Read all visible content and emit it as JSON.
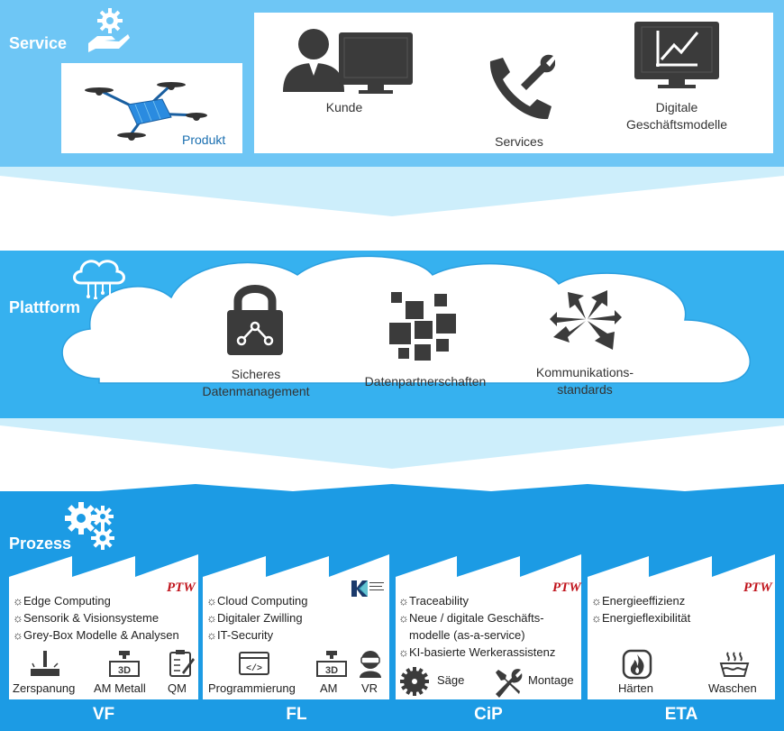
{
  "service": {
    "title": "Service",
    "produkt": "Produkt",
    "kunde": "Kunde",
    "services": "Services",
    "geschaeftsmodelle_line1": "Digitale",
    "geschaeftsmodelle_line2": "Geschäftsmodelle"
  },
  "plattform": {
    "title": "Plattform",
    "item1_line1": "Sicheres",
    "item1_line2": "Datenmanagement",
    "item2": "Datenpartnerschaften",
    "item3_line1": "Kommunikations-",
    "item3_line2": "standards"
  },
  "prozess": {
    "title": "Prozess",
    "factories": [
      {
        "code": "VF",
        "logo": "PTW",
        "features": [
          "Edge Computing",
          "Sensorik & Visionsysteme",
          "Grey-Box Modelle & Analysen"
        ],
        "icons": [
          "Zerspanung",
          "AM Metall",
          "QM"
        ]
      },
      {
        "code": "FL",
        "features": [
          "Cloud Computing",
          "Digitaler Zwilling",
          "IT-Security"
        ],
        "icons": [
          "Programmierung",
          "AM",
          "VR"
        ]
      },
      {
        "code": "CiP",
        "logo": "PTW",
        "features": [
          "Traceability",
          "Neue / digitale Geschäfts-",
          "modelle (as-a-service)",
          "KI-basierte Werkerassistenz"
        ],
        "icons": [
          "Säge",
          "Montage"
        ]
      },
      {
        "code": "ETA",
        "logo": "PTW",
        "features": [
          "Energieeffizienz",
          "Energieflexibilität"
        ],
        "icons": [
          "Härten",
          "Waschen"
        ]
      }
    ]
  },
  "colors": {
    "service_band": "#6ec6f5",
    "plattform_band": "#36b1ef",
    "prozess_band": "#1c9be4",
    "chevron": "#cdeefb",
    "icon_dark": "#3b3b3b",
    "logo_red": "#c0141c"
  }
}
